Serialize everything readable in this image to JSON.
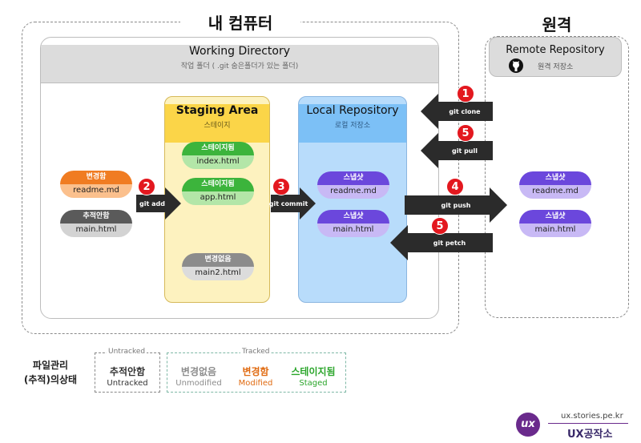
{
  "my_computer_title": "내 컴퓨터",
  "remote_title": "원격",
  "working_dir": {
    "title": "Working Directory",
    "subtitle": "작업 폴더 ( .git 숨은폴더가 있는 폴더)"
  },
  "staging": {
    "title": "Staging Area",
    "subtitle": "스테이지"
  },
  "local_repo": {
    "title": "Local Repository",
    "subtitle": "로컬 저장소"
  },
  "remote_repo": {
    "title": "Remote Repository",
    "subtitle": "원격 저장소"
  },
  "working_files": [
    {
      "status": "변경함",
      "file": "readme.md"
    },
    {
      "status": "추적안함",
      "file": "main.html"
    }
  ],
  "staging_files": [
    {
      "status": "스테이지됨",
      "file": "index.html"
    },
    {
      "status": "스테이지됨",
      "file": "app.html"
    },
    {
      "status": "변경없음",
      "file": "main2.html"
    }
  ],
  "local_files": [
    {
      "status": "스냅샷",
      "file": "readme.md"
    },
    {
      "status": "스냅샷",
      "file": "main.html"
    }
  ],
  "remote_files": [
    {
      "status": "스냅샷",
      "file": "readme.md"
    },
    {
      "status": "스냅샷",
      "file": "main.html"
    }
  ],
  "commands": {
    "clone": {
      "num": "1",
      "label": "git clone"
    },
    "pull": {
      "num": "5",
      "label": "git pull"
    },
    "add": {
      "num": "2",
      "label": "git add"
    },
    "commit": {
      "num": "3",
      "label": "git commit"
    },
    "push": {
      "num": "4",
      "label": "git push"
    },
    "fetch": {
      "num": "5",
      "label": "git petch"
    }
  },
  "legend": {
    "title_line1": "파일관리",
    "title_line2": "(추적)의상태",
    "untracked_group": "Untracked",
    "tracked_group": "Tracked",
    "untracked": {
      "kr": "추적안함",
      "en": "Untracked"
    },
    "unmodified": {
      "kr": "변경없음",
      "en": "Unmodified"
    },
    "modified": {
      "kr": "변경함",
      "en": "Modified"
    },
    "staged": {
      "kr": "스테이지됨",
      "en": "Staged"
    }
  },
  "brand": {
    "url": "ux.stories.pe.kr",
    "name": "UX공작소"
  },
  "colors": {
    "modified": "#f07c22",
    "untracked": "#5a5a5a",
    "staged": "#3cb43c",
    "unmodified": "#8c8c8c",
    "snapshot": "#6b47dc",
    "arrow": "#2b2b2b",
    "badge": "#e3181f"
  }
}
